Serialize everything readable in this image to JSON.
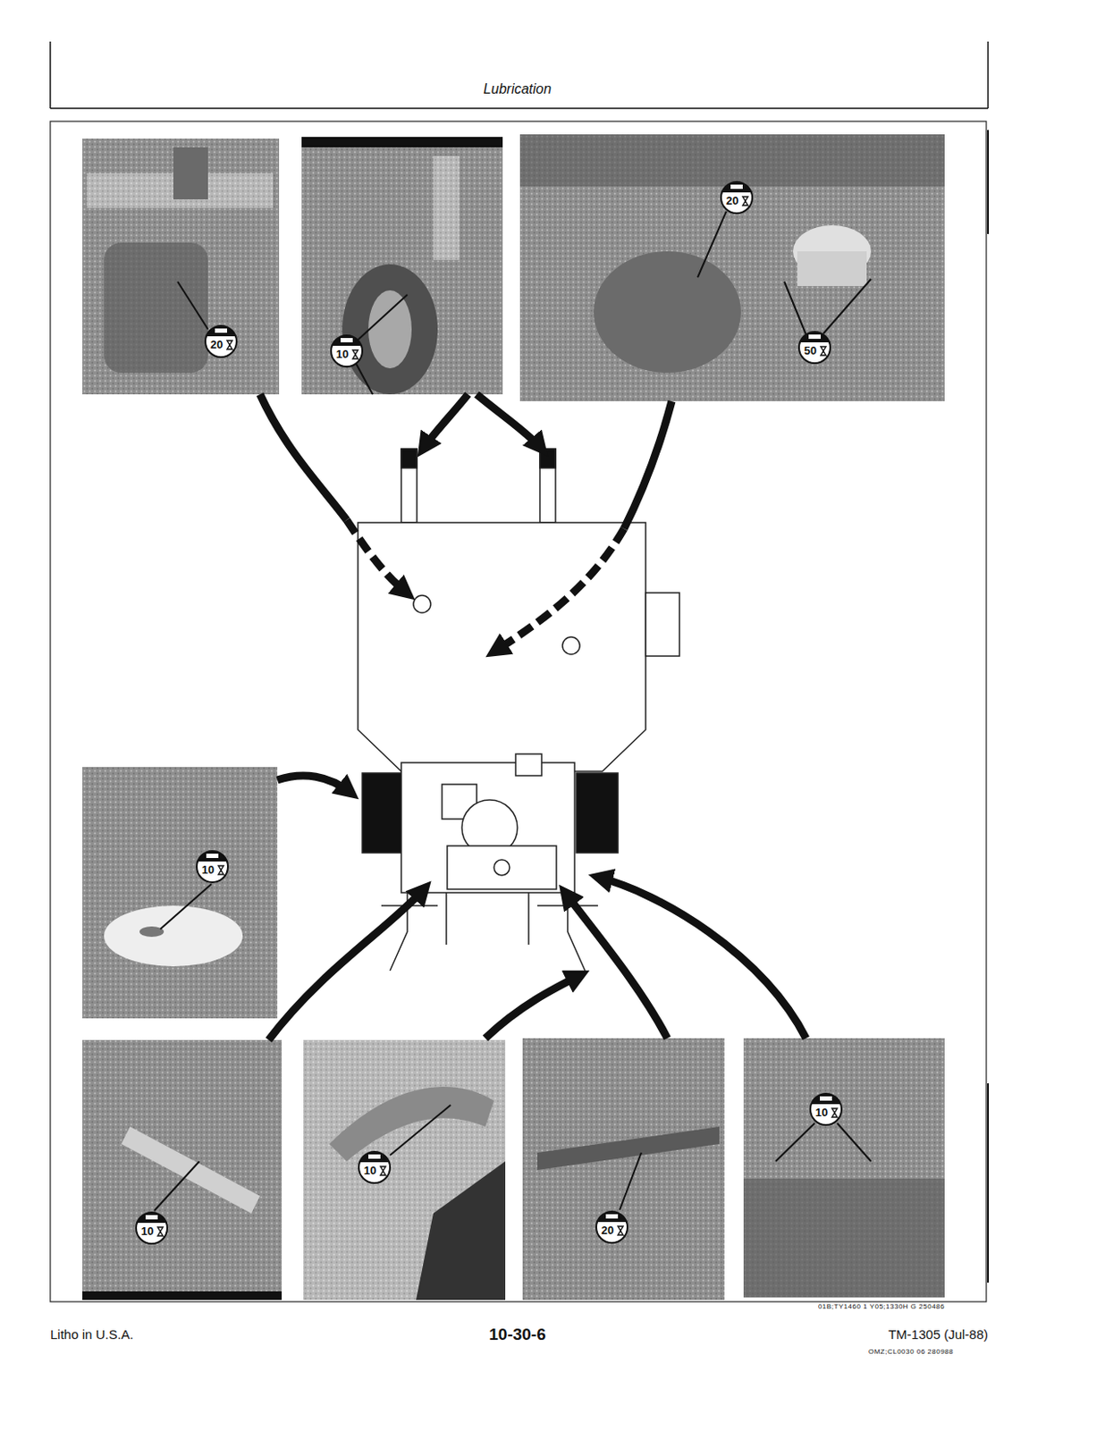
{
  "diagram": {
    "title": "Lubrication",
    "labels": [
      "20",
      "10",
      "20",
      "50",
      "10",
      "10",
      "10",
      "20",
      "10",
      "01B;TY1460 1 Y05;1330H G 250486",
      "Litho in U.S.A.",
      "10-30-6",
      "TM-1305 (Jul-88)",
      "OMZ;CL0030 06 280988"
    ]
  }
}
